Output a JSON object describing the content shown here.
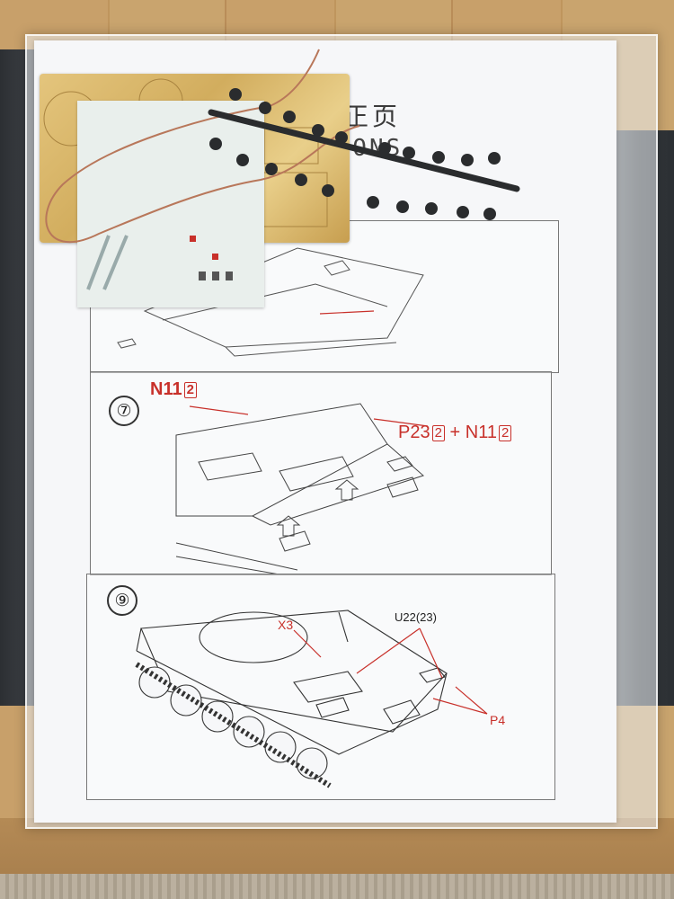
{
  "sheet": {
    "heading_cn": "修正页",
    "heading_en": "TIONS"
  },
  "steps": {
    "step7": {
      "number": "⑦",
      "callout_a": {
        "part": "N11",
        "qty": "2"
      },
      "callout_b": {
        "part1": "P23",
        "qty1": "2",
        "plus": "+",
        "part2": "N11",
        "qty2": "2"
      }
    },
    "step9": {
      "number": "⑨",
      "label_x3": "X3",
      "label_u22": "U22(23)",
      "label_p4": "P4"
    }
  },
  "colors": {
    "callout_red": "#c8302a",
    "brass": "#d2ad5e",
    "sprue": "#2a2c2e"
  }
}
